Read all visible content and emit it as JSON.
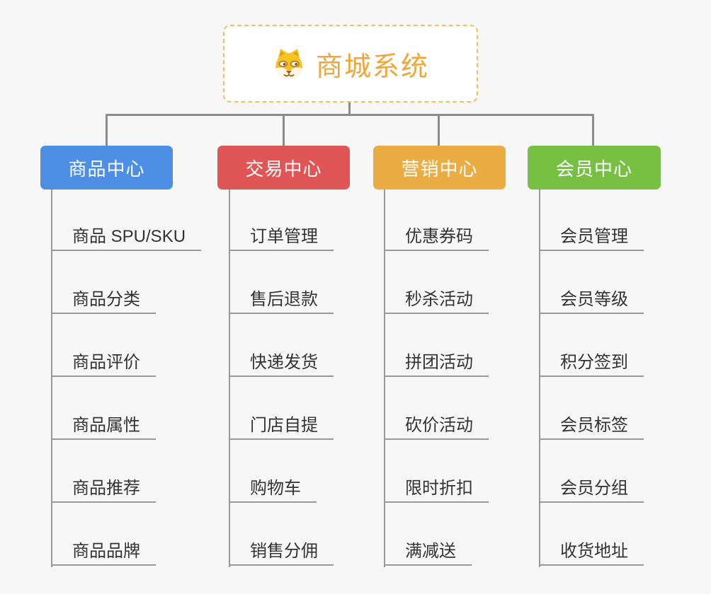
{
  "root": {
    "title": "商城系统",
    "icon": "dog-face-icon"
  },
  "branches": [
    {
      "label": "商品中心",
      "color": "#4C8FE4",
      "items": [
        "商品 SPU/SKU",
        "商品分类",
        "商品评价",
        "商品属性",
        "商品推荐",
        "商品品牌"
      ]
    },
    {
      "label": "交易中心",
      "color": "#E05656",
      "items": [
        "订单管理",
        "售后退款",
        "快递发货",
        "门店自提",
        "购物车",
        "销售分佣"
      ]
    },
    {
      "label": "营销中心",
      "color": "#EBAD43",
      "items": [
        "优惠券码",
        "秒杀活动",
        "拼团活动",
        "砍价活动",
        "限时折扣",
        "满减送"
      ]
    },
    {
      "label": "会员中心",
      "color": "#77C043",
      "items": [
        "会员管理",
        "会员等级",
        "积分签到",
        "会员标签",
        "会员分组",
        "收货地址"
      ]
    }
  ],
  "colors": {
    "background": "#F7F7F7",
    "connector": "#8C8C8C",
    "underline": "#999999",
    "root_border": "#F2BE62",
    "root_title": "#F0A63B",
    "item_text": "#333333"
  }
}
